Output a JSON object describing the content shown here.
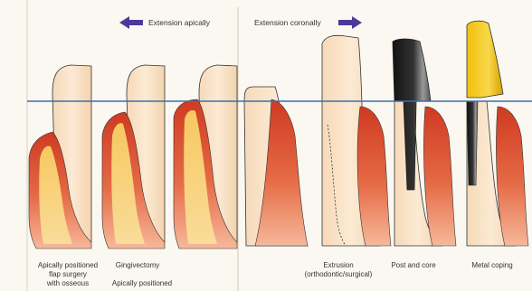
{
  "header": {
    "left_label": "Extension apically",
    "right_label": "Extension coronally"
  },
  "captions": {
    "c1_line1": "Apically positioned",
    "c1_line2": "flap surgery",
    "c1_line3": "with osseous",
    "c2_line1": "Gingivectomy",
    "c2_line2": "Apically positioned",
    "c4_line1": "Extrusion",
    "c4_line2": "(orthodontic/surgical)",
    "c5_line1": "Post and core",
    "c6_line1": "Metal coping"
  },
  "colors": {
    "gum_dark": "#d9452c",
    "gum_light": "#f2a07a",
    "bone": "#f5c04a",
    "tooth": "#fae2c4",
    "line": "#3a6fb0",
    "arrow": "#4a3a9a",
    "gold": "#f0c020",
    "metal": "#222222"
  }
}
